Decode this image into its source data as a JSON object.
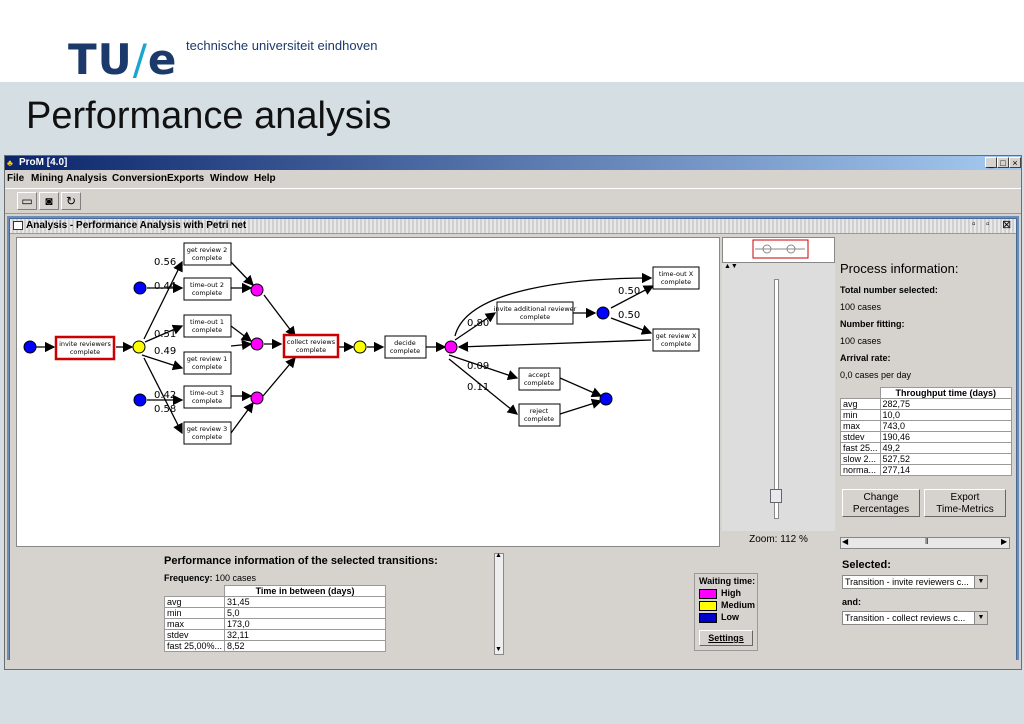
{
  "slide": {
    "logo_tu": "TU",
    "logo_slash": "/",
    "logo_e": "e",
    "logo_subtitle": "technische universiteit eindhoven",
    "title": "Performance analysis"
  },
  "window": {
    "title": "ProM [4.0]",
    "minimize": "_",
    "maximize": "□",
    "close": "×"
  },
  "menu": [
    "File",
    "Mining",
    "Analysis",
    "Conversion",
    "Exports",
    "Window",
    "Help"
  ],
  "internal_frame": {
    "title": "Analysis - Performance Analysis with Petri net"
  },
  "petri_net": {
    "transitions": {
      "invite": [
        "invite reviewers",
        "complete"
      ],
      "get2": [
        "get review 2",
        "complete"
      ],
      "to2": [
        "time-out 2",
        "complete"
      ],
      "to1": [
        "time-out 1",
        "complete"
      ],
      "get1": [
        "get review 1",
        "complete"
      ],
      "to3": [
        "time-out 3",
        "complete"
      ],
      "get3": [
        "get review 3",
        "complete"
      ],
      "collect": [
        "collect reviews",
        "complete"
      ],
      "decide": [
        "decide",
        "complete"
      ],
      "addrev": [
        "invite additional reviewer",
        "complete"
      ],
      "tox": [
        "time-out X",
        "complete"
      ],
      "getx": [
        "get review X",
        "complete"
      ],
      "accept": [
        "accept",
        "complete"
      ],
      "reject": [
        "reject",
        "complete"
      ]
    },
    "probabilities": {
      "p056": "0.56",
      "p044": "0.44",
      "p051": "0.51",
      "p049": "0.49",
      "p042": "0.42",
      "p058": "0.58",
      "p080": "0.80",
      "p050a": "0.50",
      "p050b": "0.50",
      "p009": "0.09",
      "p011": "0.11"
    }
  },
  "zoom": {
    "label": "Zoom: 112 %"
  },
  "process_info": {
    "title": "Process information:",
    "total_label": "Total number selected:",
    "total_value": "100 cases",
    "fitting_label": "Number fitting:",
    "fitting_value": "100 cases",
    "arrival_label": "Arrival rate:",
    "arrival_value": "0,0 cases per day",
    "table_header": "Throughput time (days)",
    "rows": [
      [
        "avg",
        "282,75"
      ],
      [
        "min",
        "10,0"
      ],
      [
        "max",
        "743,0"
      ],
      [
        "stdev",
        "190,46"
      ],
      [
        "fast 25...",
        "49,2"
      ],
      [
        "slow 2...",
        "527,52"
      ],
      [
        "norma...",
        "277,14"
      ]
    ],
    "change_btn": [
      "Change",
      "Percentages"
    ],
    "export_btn": [
      "Export",
      "Time-Metrics"
    ]
  },
  "transition_perf": {
    "title": "Performance information of the selected transitions:",
    "frequency_label": "Frequency:",
    "frequency_value": "100 cases",
    "table_header": "Time in between (days)",
    "rows": [
      [
        "avg",
        "31,45"
      ],
      [
        "min",
        "5,0"
      ],
      [
        "max",
        "173,0"
      ],
      [
        "stdev",
        "32,11"
      ],
      [
        "fast 25,00%...",
        "8,52"
      ]
    ]
  },
  "legend": {
    "title": "Waiting time:",
    "high": "High",
    "medium": "Medium",
    "low": "Low",
    "settings": "Settings",
    "colors": {
      "high": "#ff00ff",
      "medium": "#ffff00",
      "low": "#0000cc"
    }
  },
  "selection": {
    "selected_label": "Selected:",
    "selected_value": "Transition - invite reviewers c...",
    "and_label": "and:",
    "and_value": "Transition - collect reviews c..."
  }
}
